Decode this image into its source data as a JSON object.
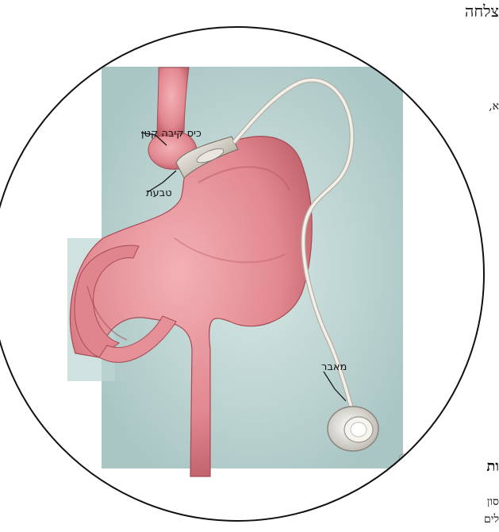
{
  "page": {
    "fragment_top": "צלחה",
    "fragment_mid": "א,",
    "fragment_heading": "ות",
    "fragment_line1": "סון",
    "fragment_line2": "לים"
  },
  "diagram": {
    "labels": {
      "small_pouch": "כיס קיבה קטן",
      "band": "טבעת",
      "port": "מאבר"
    },
    "colors": {
      "stomach": "#e8919a",
      "stomach_dark": "#b8505c",
      "background": "#c9dedc",
      "circle_border": "#111111",
      "tube": "#e6e2d8"
    }
  }
}
